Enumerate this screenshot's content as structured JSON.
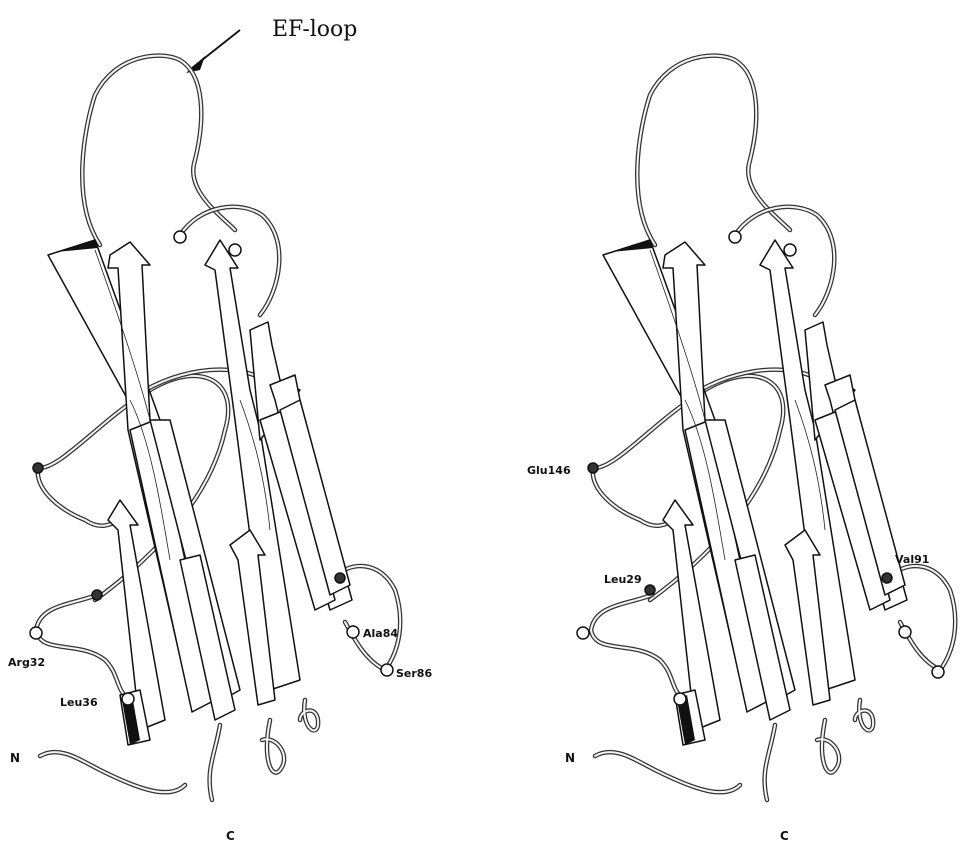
{
  "figure": {
    "annotation": "EF-loop",
    "left_panel": {
      "labels": {
        "arg32": "Arg32",
        "leu36": "Leu36",
        "ala84": "Ala84",
        "ser86": "Ser86",
        "n_term": "N",
        "c_term": "C"
      }
    },
    "right_panel": {
      "labels": {
        "glu146": "Glu146",
        "leu29": "Leu29",
        "val91": "Val91",
        "n_term": "N",
        "c_term": "C"
      }
    }
  },
  "colors": {
    "ink": "#111111",
    "background": "#ffffff",
    "open_marker": "#ffffff",
    "filled_marker": "#333333"
  }
}
